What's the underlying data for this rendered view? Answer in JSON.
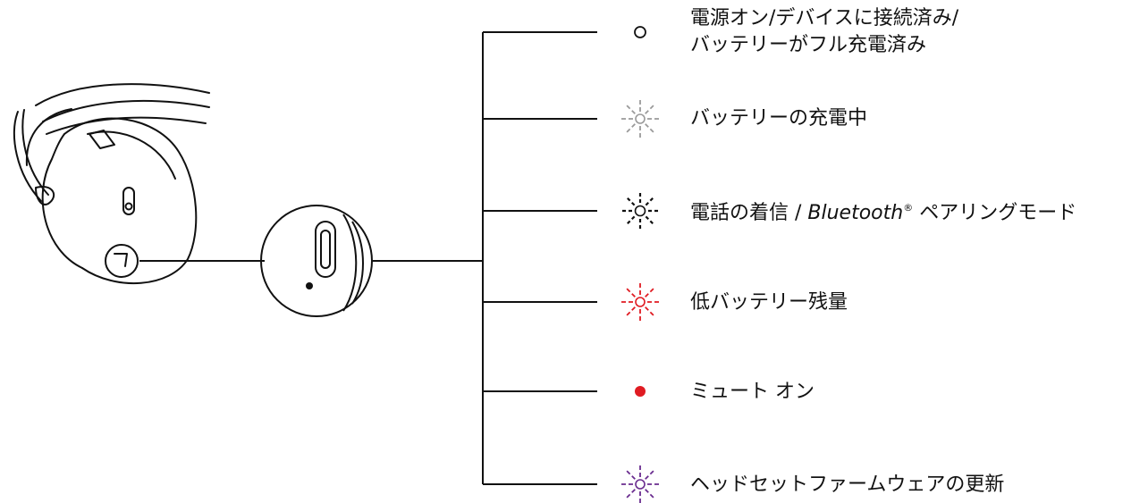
{
  "legend": {
    "items": [
      {
        "id": "power-on",
        "light": "steady-white",
        "color": "#111111",
        "lines": [
          "電源オン/デバイスに接続済み/",
          "バッテリーがフル充電済み"
        ]
      },
      {
        "id": "charging",
        "light": "pulsing-white",
        "color": "#9a9a9a",
        "text": "バッテリーの充電中"
      },
      {
        "id": "incoming-call",
        "light": "flashing-white",
        "color": "#111111",
        "text_before": "電話の着信 / ",
        "brand": "Bluetooth",
        "trademark": "®",
        "text_after": " ペアリングモード"
      },
      {
        "id": "low-battery",
        "light": "flashing-red",
        "color": "#e01b22",
        "text": "低バッテリー残量"
      },
      {
        "id": "mute-on",
        "light": "steady-red",
        "color": "#e01b22",
        "text": "ミュート オン"
      },
      {
        "id": "firmware-update",
        "light": "flashing-purple",
        "color": "#6a2c8f",
        "text": "ヘッドセットファームウェアの更新"
      }
    ]
  }
}
